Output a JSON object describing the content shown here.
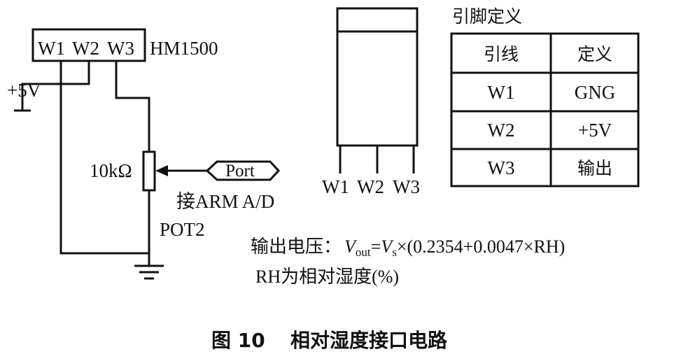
{
  "module": {
    "pins": [
      "W1",
      "W2",
      "W3"
    ],
    "name": "HM1500"
  },
  "supply_label": "+5V",
  "pot": {
    "resistance": "10kΩ",
    "name": "POT2"
  },
  "port": {
    "label": "Port",
    "connection": "接ARM A/D"
  },
  "sensor_pins": [
    "W1",
    "W2",
    "W3"
  ],
  "pin_table": {
    "title": "引脚定义",
    "headers": [
      "引线",
      "定义"
    ],
    "rows": [
      [
        "W1",
        "GNG"
      ],
      [
        "W2",
        "+5V"
      ],
      [
        "W3",
        "输出"
      ]
    ]
  },
  "formula": {
    "prefix": "输出电压：",
    "vout_v": "V",
    "vout_sub": "out",
    "equals": "=",
    "vs_v": "V",
    "vs_sub": "s",
    "rest": "×(0.2354+0.0047×RH)"
  },
  "rh_note": "RH为相对湿度(%)",
  "caption": {
    "number": "图 10",
    "title": "相对湿度接口电路"
  }
}
